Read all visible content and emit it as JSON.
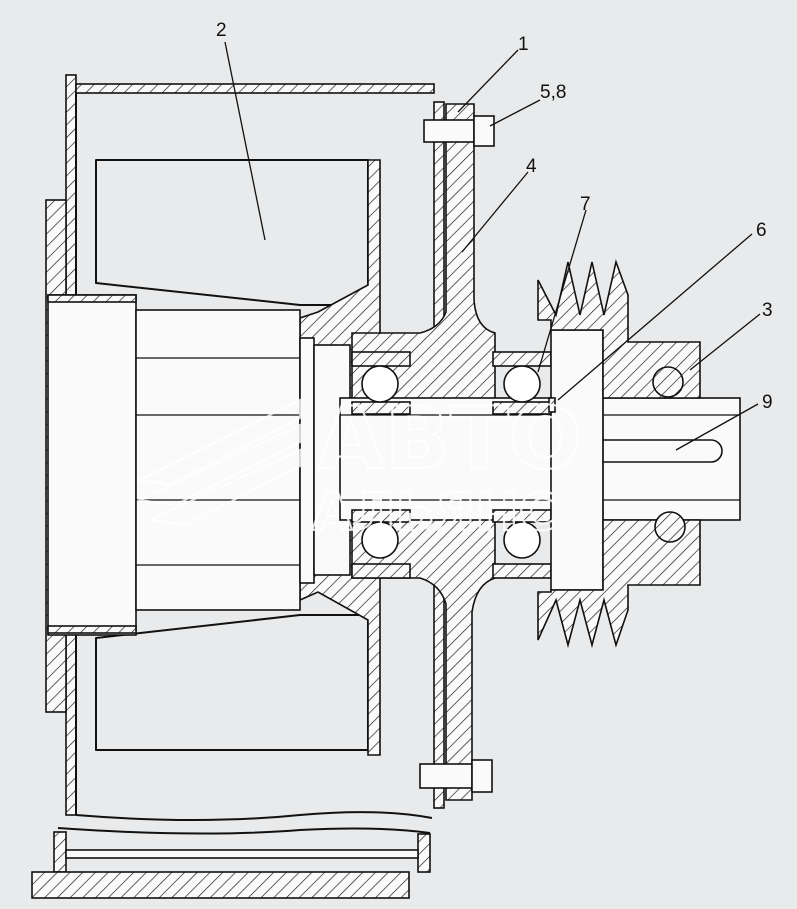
{
  "diagram": {
    "background_color": "#e9eaeb",
    "line_color": "#111111",
    "watermark": {
      "line1": "АВТО",
      "line2": "АЛЬЯНС",
      "color": "#ffffff"
    },
    "callouts": [
      {
        "id": "c1",
        "text": "1"
      },
      {
        "id": "c2",
        "text": "2"
      },
      {
        "id": "c3",
        "text": "3"
      },
      {
        "id": "c4",
        "text": "4"
      },
      {
        "id": "c58",
        "text": "5,8"
      },
      {
        "id": "c6",
        "text": "6"
      },
      {
        "id": "c7",
        "text": "7"
      },
      {
        "id": "c9",
        "text": "9"
      }
    ]
  }
}
